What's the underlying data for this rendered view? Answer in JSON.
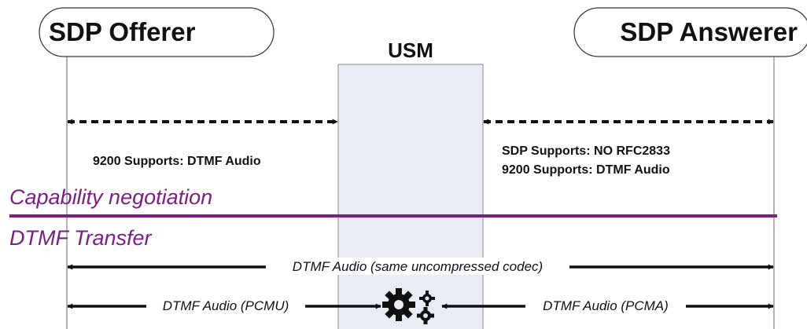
{
  "participants": {
    "offerer": "SDP Offerer",
    "usm": "USM",
    "answerer": "SDP Answerer"
  },
  "notes": {
    "left": "9200 Supports: DTMF Audio",
    "right_line1": "SDP Supports: NO RFC2833",
    "right_line2": "9200 Supports: DTMF Audio"
  },
  "phases": {
    "capability": "Capability negotiation",
    "transfer": "DTMF Transfer"
  },
  "arrows": {
    "end_to_end": "DTMF Audio (same uncompressed codec)",
    "left_leg": "DTMF Audio (PCMU)",
    "right_leg": "DTMF Audio (PCMA)"
  },
  "icons": {
    "transcoder": "gears-icon"
  },
  "colors": {
    "phase": "#7b1f82",
    "usm_box": "#e8ecf5",
    "line": "#111111"
  }
}
